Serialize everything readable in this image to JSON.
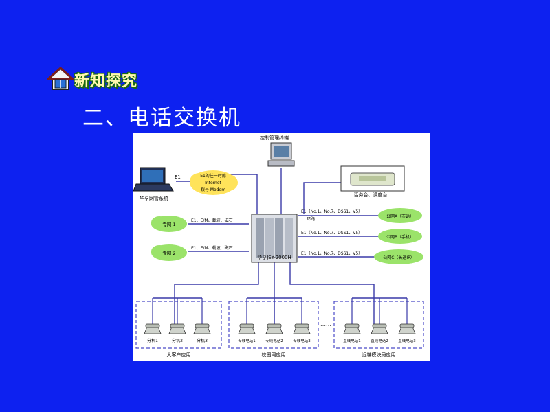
{
  "badge": {
    "text": "新知探究"
  },
  "heading": "二、电话交换机",
  "diagram": {
    "control_terminal": "控制管理终端",
    "operator_console": "话务台、调度台",
    "mgmt_system": "华亨网管系统",
    "mgmt_link": "E1",
    "mgmt_cloud": [
      "E1的任一时隙",
      "Internet",
      "拨号 Modem"
    ],
    "switch_label": "华亨JSY-2000H",
    "private_links": [
      {
        "cloud": "专网 1",
        "link": "E1、E/M、载波、磁石"
      },
      {
        "cloud": "专网 2",
        "link": "E1、E/M、载波、磁石"
      }
    ],
    "loop_label": "环路",
    "public_links": [
      {
        "link": "E1（No.1、No.7、DSS1、V5）",
        "cloud": "公网A（市话）"
      },
      {
        "link": "E1（No.1、No.7、DSS1、V5）",
        "cloud": "公网B（手机）"
      },
      {
        "link": "E1（No.1、No.7、DSS1、V5）",
        "cloud": "公网C（长途IP）"
      }
    ],
    "groups": [
      {
        "title": "大客户应用",
        "phones": [
          "分机1",
          "分机2",
          "分机3"
        ]
      },
      {
        "title": "校园网应用",
        "phones": [
          "专线电话1",
          "专线电话2",
          "专线电话3"
        ]
      },
      {
        "title": "远端模块局应用",
        "phones": [
          "直线电话1",
          "直线电话2",
          "直线电话3"
        ]
      }
    ],
    "ellipsis": "……"
  }
}
